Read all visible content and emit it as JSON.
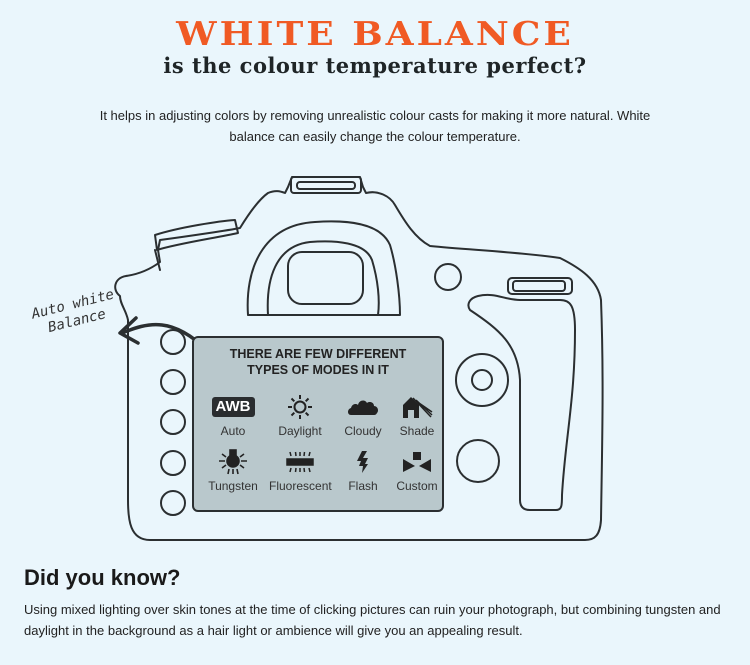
{
  "header": {
    "title": "WHITE BALANCE",
    "subtitle": "is the colour temperature perfect?",
    "intro": "It helps in adjusting colors by removing unrealistic colour casts for making it more natural. White balance can easily change the colour temperature."
  },
  "annotation": {
    "line1": "Auto white",
    "line2": "Balance"
  },
  "screen": {
    "heading_line1": "THERE ARE FEW DIFFERENT",
    "heading_line2": "TYPES OF MODES IN IT",
    "modes": [
      {
        "label": "Auto",
        "icon": "awb-icon",
        "badge": "AWB"
      },
      {
        "label": "Daylight",
        "icon": "sun-icon"
      },
      {
        "label": "Cloudy",
        "icon": "cloud-icon"
      },
      {
        "label": "Shade",
        "icon": "house-shade-icon"
      },
      {
        "label": "Tungsten",
        "icon": "bulb-icon"
      },
      {
        "label": "Fluorescent",
        "icon": "fluorescent-tube-icon"
      },
      {
        "label": "Flash",
        "icon": "lightning-icon"
      },
      {
        "label": "Custom",
        "icon": "custom-wb-icon"
      }
    ]
  },
  "did_you_know": {
    "title": "Did you know?",
    "body": "Using mixed lighting over skin tones at the time of clicking pictures can ruin your photograph, but combining tungsten and daylight in the background as a hair light or ambience will give you an appealing result."
  },
  "colors": {
    "background": "#eaf6fc",
    "title_orange": "#f05a24",
    "screen_fill": "#b9c8cc",
    "outline": "#2b2f31"
  }
}
